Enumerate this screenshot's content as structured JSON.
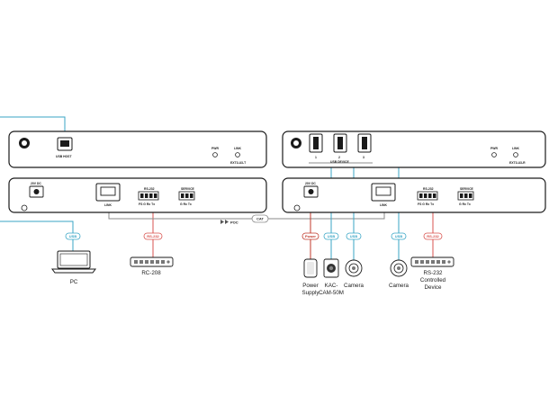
{
  "transmitter": {
    "model": "EXT3-U3-T",
    "usb_host": "USB HOST",
    "pwr": "PWR",
    "link": "LINK",
    "power_jack": "20V DC",
    "link_port": "LINK",
    "rs232": {
      "title": "RS-232",
      "pins": "FS  G  Rx  Tx"
    },
    "service": {
      "title": "SERVICE",
      "pins": "G  Rx  Tx"
    }
  },
  "receiver": {
    "model": "EXT3-U3-R",
    "usb_device": "USB DEVICE",
    "port_numbers": [
      "1",
      "2",
      "3"
    ],
    "pwr": "PWR",
    "link": "LINK",
    "power_jack": "20V DC",
    "link_port": "LINK",
    "rs232": {
      "title": "RS-232",
      "pins": "FS  G  Rx  Tx"
    },
    "service": {
      "title": "SERVICE",
      "pins": "G  Rx  Tx"
    }
  },
  "cable": {
    "label": "CAT",
    "poc": "POC"
  },
  "tags": {
    "usb": "USB",
    "rs232": "RS-232",
    "power": "Power"
  },
  "devices": {
    "pc": "PC",
    "rc208": "RC-208",
    "power_supply": [
      "Power",
      "Supply"
    ],
    "kac_cam": [
      "KAC-",
      "CAM-50M"
    ],
    "camera1": "Camera",
    "camera2": "Camera",
    "rs232_device": [
      "RS-232",
      "Controlled",
      "Device"
    ]
  },
  "colors": {
    "usb_line": "#3aa6c6",
    "rs232_line": "#d9534f",
    "power_line": "#c0392b",
    "cat_line": "#8a8a8a",
    "panel_stroke": "#1a1a1a"
  }
}
